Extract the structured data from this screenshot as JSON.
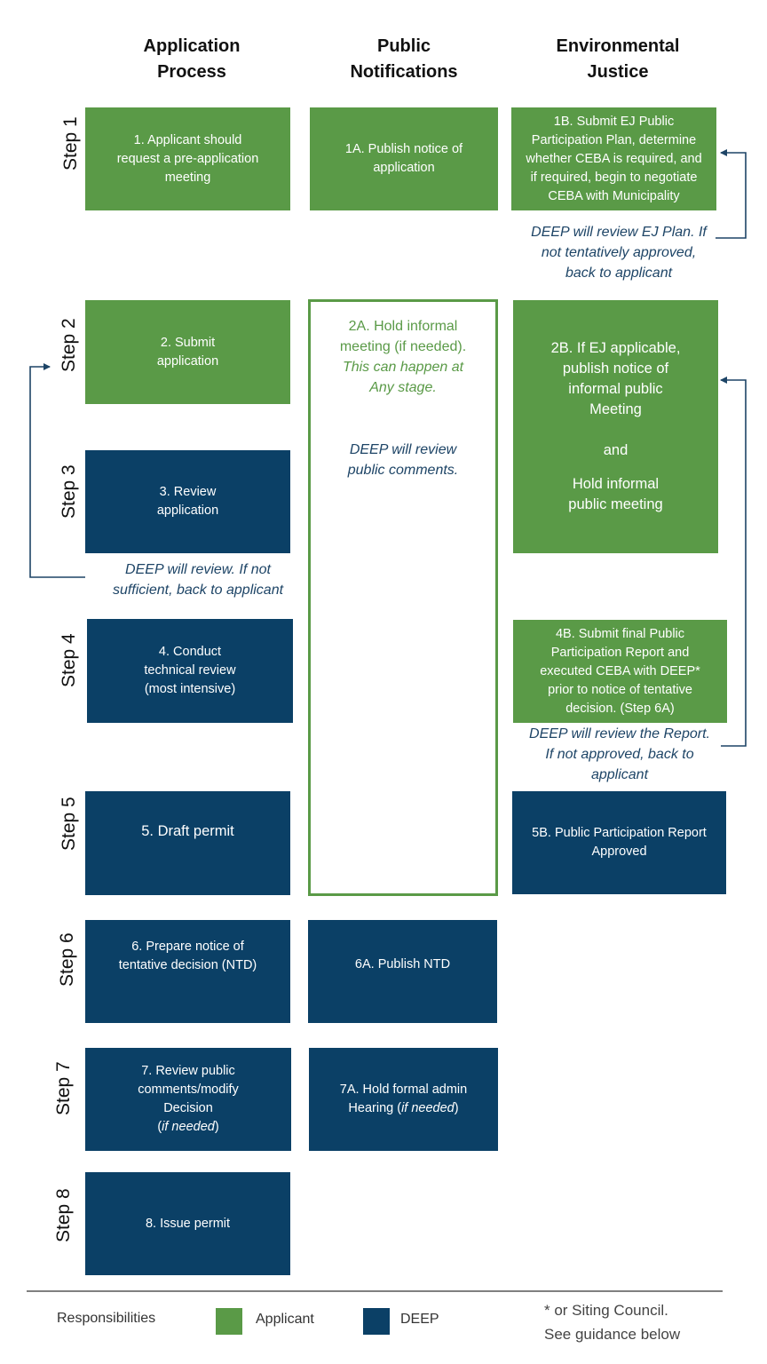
{
  "headers": {
    "application": [
      "Application",
      "Process"
    ],
    "public": [
      "Public",
      "Notifications"
    ],
    "ej": [
      "Environmental",
      "Justice"
    ]
  },
  "steps": [
    "Step 1",
    "Step 2",
    "Step 3",
    "Step 4",
    "Step 5",
    "Step 6",
    "Step 7",
    "Step 8"
  ],
  "boxes": {
    "b1": [
      "1. Applicant should",
      "request a pre-application",
      "meeting"
    ],
    "b1a": [
      "1A. Publish notice of",
      "application"
    ],
    "b1b": [
      "1B. Submit EJ Public",
      "Participation Plan, determine",
      "whether CEBA is required, and",
      "if required, begin to negotiate",
      "CEBA with Municipality"
    ],
    "b2": [
      "2. Submit",
      "application"
    ],
    "b2b": [
      "2B. If EJ applicable,",
      "publish notice of",
      "informal public",
      "Meeting",
      "",
      "and",
      "",
      "Hold informal",
      "public meeting"
    ],
    "b3": [
      "3. Review",
      "application"
    ],
    "b4": [
      "4. Conduct",
      "technical review",
      "(most intensive)"
    ],
    "b4b": [
      "4B. Submit final Public",
      "Participation Report and",
      "executed CEBA with DEEP*",
      "prior to notice of tentative",
      "decision. (Step 6A)"
    ],
    "b5": [
      "5. Draft permit"
    ],
    "b5b": [
      "5B. Public Participation Report",
      "Approved"
    ],
    "b6": [
      "6. Prepare notice of",
      "tentative decision (NTD)"
    ],
    "b6a": [
      "6A. Publish NTD"
    ],
    "b7": [
      "7. Review public",
      "comments/modify",
      "Decision"
    ],
    "b7_paren_open": "(",
    "b7_italic": "if needed",
    "b7_paren_close": ")",
    "b7a": [
      "7A. Hold formal admin"
    ],
    "b7a_hearing": "Hearing (",
    "b7a_italic": "if needed",
    "b7a_close": ")",
    "b8": [
      "8. Issue permit"
    ]
  },
  "outline": {
    "green_lines": [
      "2A. Hold informal",
      "meeting  (if needed)."
    ],
    "green_italic": [
      "This can happen at",
      "Any stage."
    ],
    "blue_italic": [
      "DEEP will review",
      "public comments."
    ]
  },
  "notes": {
    "ej_plan": [
      "DEEP will review EJ Plan. If",
      "not tentatively approved,",
      "back to applicant"
    ],
    "review": [
      "DEEP will review. If not",
      "sufficient, back to applicant"
    ],
    "report": [
      "DEEP will review the Report.",
      "If not approved, back to",
      "applicant"
    ]
  },
  "legend": {
    "title": "Responsibilities",
    "applicant": "Applicant",
    "deep": "DEEP",
    "applicant_color": "#5a9a47",
    "deep_color": "#0b4066"
  },
  "footnote": [
    "* or Siting Council.",
    "See guidance below"
  ],
  "colors": {
    "green": "#5a9a47",
    "navy": "#0b4066",
    "note_blue": "#1d4466"
  }
}
